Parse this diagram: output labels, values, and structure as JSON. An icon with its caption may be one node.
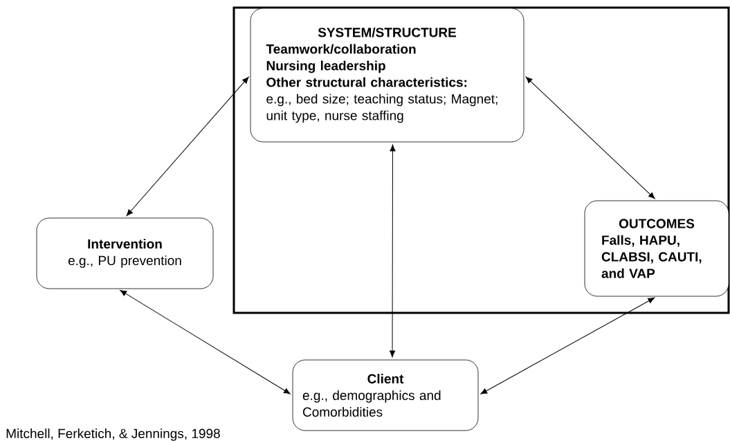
{
  "diagram": {
    "nodes": [
      {
        "text": [
          "SYSTEM/STRUCTURE",
          "Teamwork/collaboration",
          "Nursing leadership",
          "Other structural characteristics:",
          "e.g., bed size; teaching status; Magnet; unit type, nurse staffing"
        ]
      },
      {
        "text": [
          "Intervention",
          "e.g., PU prevention"
        ]
      },
      {
        "text": [
          "OUTCOMES",
          "Falls, HAPU, CLABSI, CAUTI, and VAP"
        ]
      },
      {
        "text": [
          "Client",
          "e.g., demographics and Comorbidities"
        ]
      }
    ],
    "edges": [
      {
        "from": 0,
        "to": 1,
        "arrow": "both"
      },
      {
        "from": 0,
        "to": 2,
        "arrow": "both"
      },
      {
        "from": 0,
        "to": 3,
        "arrow": "both"
      },
      {
        "from": 1,
        "to": 3,
        "arrow": "both"
      },
      {
        "from": 2,
        "to": 3,
        "arrow": "both"
      }
    ],
    "labels": [
      "Mitchell, Ferketich, & Jennings, 1998"
    ]
  }
}
